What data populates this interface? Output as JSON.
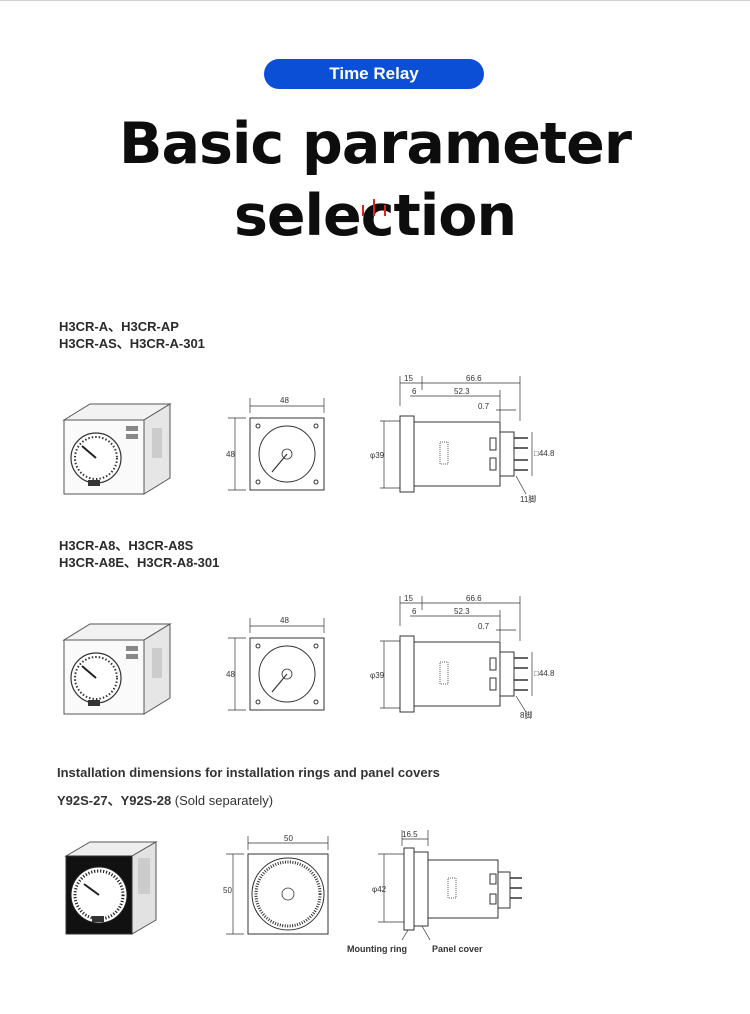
{
  "header": {
    "badge": "Time Relay",
    "title": "Basic parameter selection"
  },
  "colors": {
    "badge_bg": "#0b4fd6",
    "accent_bars": "#dd2222",
    "text": "#222222"
  },
  "section1": {
    "model_line1": "H3CR-A、H3CR-AP",
    "model_line2": "H3CR-AS、H3CR-A-301",
    "dims": {
      "front_width": "48",
      "front_height": "48",
      "side_total": "66.6",
      "side_front": "15",
      "side_step": "6",
      "side_body": "52.3",
      "side_pin": "0.7",
      "side_dia": "φ39",
      "side_square": "□44.8",
      "side_pins": "11脚"
    }
  },
  "section2": {
    "model_line1": "H3CR-A8、H3CR-A8S",
    "model_line2": "H3CR-A8E、H3CR-A8-301",
    "dims": {
      "front_width": "48",
      "front_height": "48",
      "side_total": "66.6",
      "side_front": "15",
      "side_step": "6",
      "side_body": "52.3",
      "side_pin": "0.7",
      "side_dia": "φ39",
      "side_square": "□44.8",
      "side_pins": "8脚"
    }
  },
  "section3": {
    "caption": "Installation dimensions for installation rings and panel covers",
    "model": "Y92S-27、Y92S-28",
    "sold": " (Sold separately)",
    "dims": {
      "front_width": "50",
      "front_height": "50",
      "side_front": "16.5",
      "side_dia": "φ42"
    },
    "label_ring": "Mounting ring",
    "label_cover": "Panel cover"
  }
}
